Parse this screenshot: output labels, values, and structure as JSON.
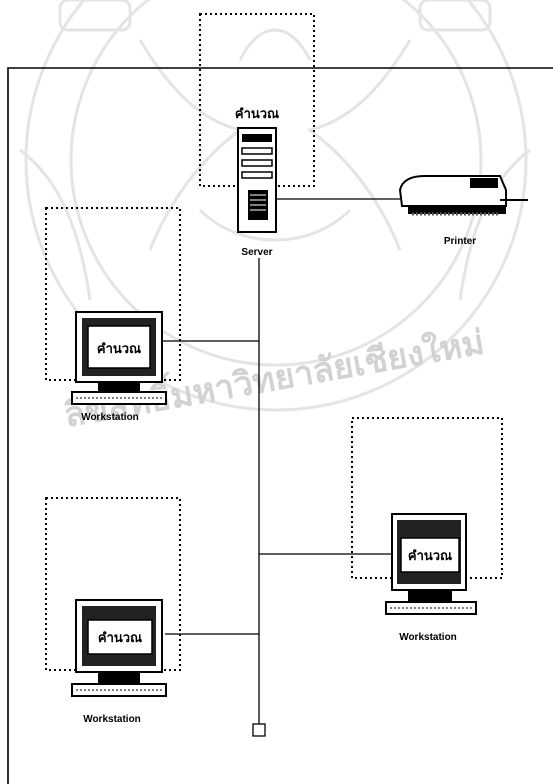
{
  "watermark": {
    "text": "ลิขสิทธิ์มหาวิทยาลัยเชียงใหม่"
  },
  "server": {
    "screen_text": "คำนวณ",
    "caption": "Server"
  },
  "printer": {
    "caption": "Printer"
  },
  "workstations": [
    {
      "screen_text": "คำนวณ",
      "caption": "Workstation"
    },
    {
      "screen_text": "คำนวณ",
      "caption": "Workstation"
    },
    {
      "screen_text": "คำนวณ",
      "caption": "Workstation"
    }
  ],
  "colors": {
    "line": "#000000",
    "screen_fill": "#222222",
    "screen_inner": "#ffffff",
    "watermark": "#d6d6d6"
  }
}
